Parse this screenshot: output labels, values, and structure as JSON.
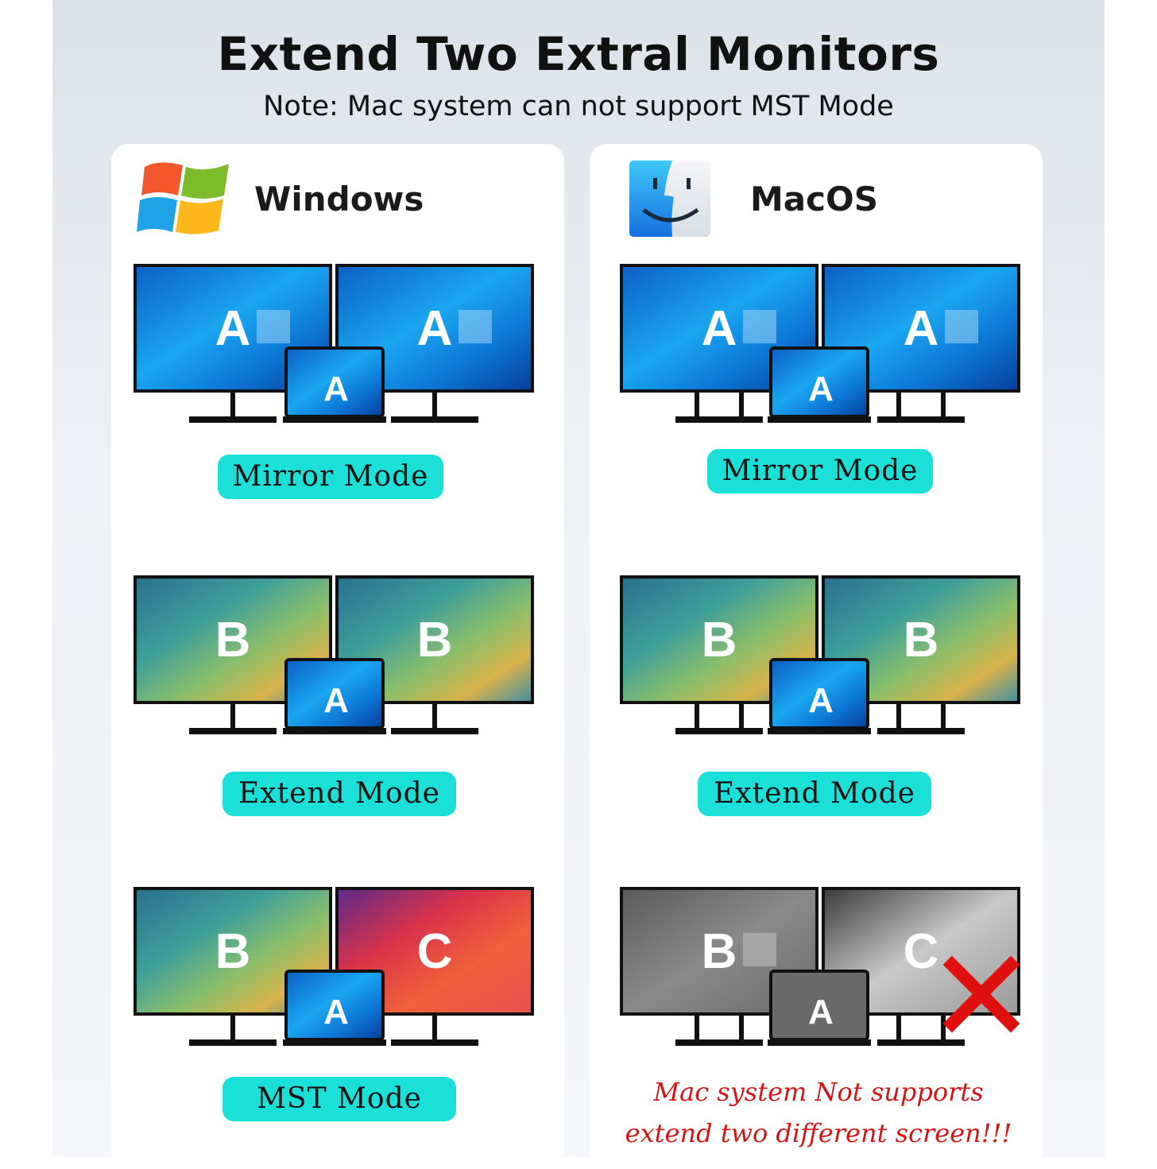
{
  "header": {
    "title": "Extend Two Extral Monitors",
    "subtitle": "Note: Mac system can not support MST Mode"
  },
  "columns": [
    {
      "os": "Windows",
      "logo": "windows-logo-icon",
      "modes": [
        {
          "label": "Mirror Mode",
          "left_screen": "A",
          "right_screen": "A",
          "laptop": "A",
          "supported": true
        },
        {
          "label": "Extend Mode",
          "left_screen": "B",
          "right_screen": "B",
          "laptop": "A",
          "supported": true
        },
        {
          "label": "MST Mode",
          "left_screen": "B",
          "right_screen": "C",
          "laptop": "A",
          "supported": true
        }
      ]
    },
    {
      "os": "MacOS",
      "logo": "macos-finder-icon",
      "modes": [
        {
          "label": "Mirror Mode",
          "left_screen": "A",
          "right_screen": "A",
          "laptop": "A",
          "supported": true
        },
        {
          "label": "Extend Mode",
          "left_screen": "B",
          "right_screen": "B",
          "laptop": "A",
          "supported": true
        },
        {
          "left_screen": "B",
          "right_screen": "C",
          "laptop": "A",
          "supported": false,
          "warning": [
            "Mac system Not supports",
            "extend two different screen!!!"
          ]
        }
      ]
    }
  ],
  "colors": {
    "accent_pill": "#1be0d8",
    "warning_text": "#d31515",
    "screen_a": "#0a7fd6",
    "cross": "#e01010"
  }
}
